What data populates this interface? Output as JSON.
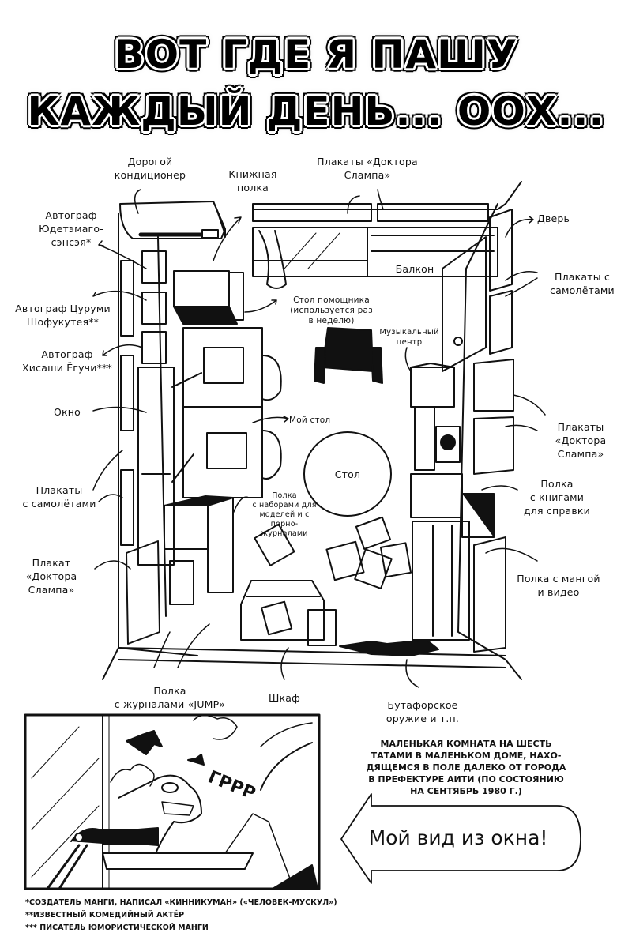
{
  "title": {
    "line1": "ВОТ ГДЕ Я ПАШУ",
    "line2": "КАЖДЫЙ ДЕНЬ... ООХ..."
  },
  "labels": {
    "air_conditioner": "Дорогой\nкондиционер",
    "bookshelf": "Книжная\nполка",
    "posters_top": "Плакаты «Доктора\nСлампа»",
    "door": "Дверь",
    "autograph_yudetamago": "Автограф\nЮдетэмаго-\nсэнсэя*",
    "balcony": "Балкон",
    "posters_planes_right": "Плакаты с\nсамолётами",
    "autograph_tsurumi": "Автограф Цуруми\nШофукутея**",
    "assistant_desk": "Стол помощника\n(используется раз\nв неделю)",
    "music_center": "Музыкальный\nцентр",
    "autograph_eguchi": "Автограф\nХисаши Ёгучи***",
    "window": "Окно",
    "my_desk": "Мой стол",
    "posters_slump_right": "Плакаты\n«Доктора\nСлампа»",
    "table": "Стол",
    "posters_planes_left": "Плакаты\nс самолётами",
    "model_shelf": "Полка\nс наборами для\nмоделей и с порно-\nжурналами",
    "reference_shelf": "Полка\nс книгами\nдля справки",
    "poster_slump_left": "Плакат\n«Доктора\nСлампа»",
    "manga_shelf": "Полка с мангой\nи видео",
    "jump_shelf": "Полка\nс журналами «JUMP»",
    "wardrobe": "Шкаф",
    "prop_weapons": "Бутафорское\nоружие и т.п."
  },
  "caption": "МАЛЕНЬКАЯ КОМНАТА НА ШЕСТЬ\nТАТАМИ В МАЛЕНЬКОМ ДОМЕ, НАХО-\nДЯЩЕМСЯ В ПОЛЕ ДАЛЕКО ОТ ГОРОДА\nВ ПРЕФЕКТУРЕ АИТИ (ПО СОСТОЯНИЮ\nНА СЕНТЯБРЬ 1980 Г.)",
  "panel": {
    "sound_effect": "ГРРР"
  },
  "speech_arrow": "Мой вид из окна!",
  "footnotes": [
    "*СОЗДАТЕЛЬ МАНГИ, НАПИСАЛ «КИННИКУМАН» («ЧЕЛОВЕК-МУСКУЛ»)",
    "**ИЗВЕСТНЫЙ КОМЕДИЙНЫЙ АКТЁР",
    "*** ПИСАТЕЛЬ ЮМОРИСТИЧЕСКОЙ МАНГИ"
  ]
}
